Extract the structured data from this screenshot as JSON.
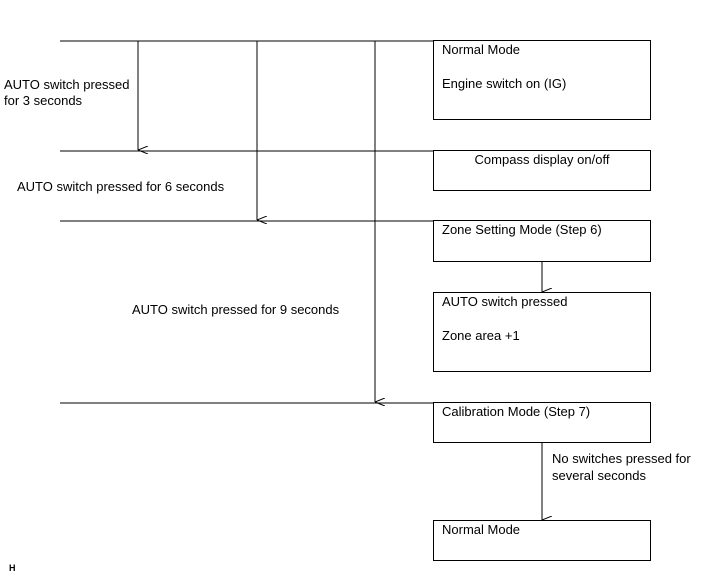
{
  "boxes": {
    "normal_top": {
      "line1": "Normal Mode",
      "line2": "Engine switch on (IG)"
    },
    "compass": {
      "line1": "Compass display on/off"
    },
    "zone": {
      "line1": "Zone Setting Mode (Step 6)"
    },
    "auto_pressed": {
      "line1": "AUTO switch pressed",
      "line2": "Zone area +1"
    },
    "calibration": {
      "line1": "Calibration Mode (Step 7)"
    },
    "normal_bottom": {
      "line1": "Normal Mode"
    }
  },
  "labels": {
    "three_sec_line1": "AUTO switch pressed",
    "three_sec_line2": "for 3 seconds",
    "six_sec": "AUTO switch pressed for 6 seconds",
    "nine_sec": "AUTO switch pressed for 9 seconds",
    "no_switch_line1": "No switches pressed for",
    "no_switch_line2": "several seconds"
  },
  "footer": "H"
}
